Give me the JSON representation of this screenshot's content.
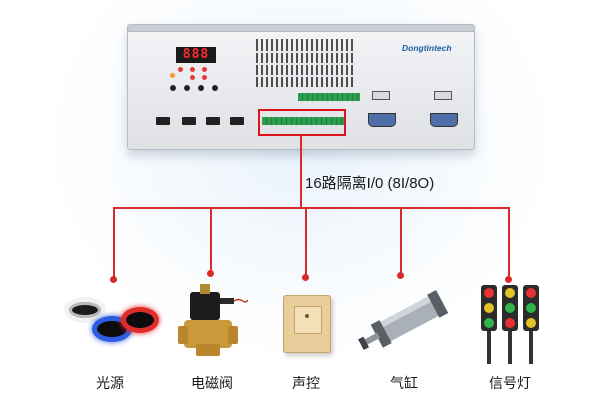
{
  "controller": {
    "brand": "Dongtintech",
    "display_value": "888"
  },
  "io_label": "16路隔离I/0 (8I/8O)",
  "devices": [
    {
      "name": "光源"
    },
    {
      "name": "电磁阀"
    },
    {
      "name": "声控"
    },
    {
      "name": "气缸"
    },
    {
      "name": "信号灯"
    }
  ],
  "colors": {
    "connector": "#d92b2b",
    "highlight": "#e0141c",
    "brand": "#1d5fa8"
  }
}
